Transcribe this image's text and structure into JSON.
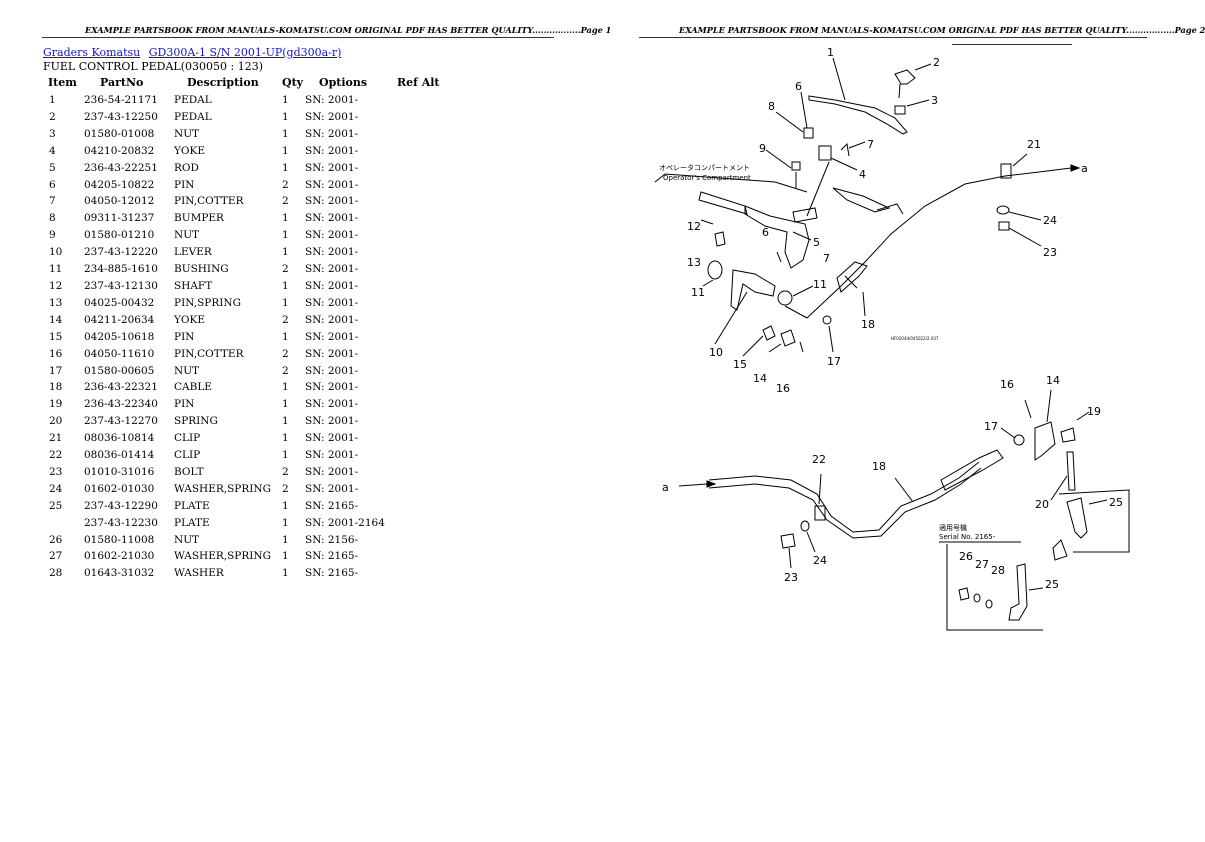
{
  "header_text": "EXAMPLE PARTSBOOK FROM MANUALS-KOMATSU.COM ORIGINAL PDF HAS BETTER QUALITY.................Page ",
  "page1": {
    "header": "EXAMPLE PARTSBOOK FROM MANUALS-KOMATSU.COM ORIGINAL PDF HAS BETTER QUALITY.................Page 1"
  },
  "page2": {
    "header": "EXAMPLE PARTSBOOK FROM MANUALS-KOMATSU.COM ORIGINAL PDF HAS BETTER QUALITY.................Page 2"
  },
  "breadcrumb": {
    "link1": "Graders Komatsu",
    "link2": "GD300A-1 S/N 2001-UP(gd300a-r)"
  },
  "subtitle": "FUEL CONTROL PEDAL(030050 : 123)",
  "table": {
    "headers": [
      "Item",
      "PartNo",
      "Description",
      "Qty",
      "Options",
      "Ref Alt"
    ],
    "rows": [
      [
        "1",
        "236-54-21171",
        "PEDAL",
        "1",
        "SN: 2001-",
        ""
      ],
      [
        "2",
        "237-43-12250",
        "PEDAL",
        "1",
        "SN: 2001-",
        ""
      ],
      [
        "3",
        "01580-01008",
        "NUT",
        "1",
        "SN: 2001-",
        ""
      ],
      [
        "4",
        "04210-20832",
        "YOKE",
        "1",
        "SN: 2001-",
        ""
      ],
      [
        "5",
        "236-43-22251",
        "ROD",
        "1",
        "SN: 2001-",
        ""
      ],
      [
        "6",
        "04205-10822",
        "PIN",
        "2",
        "SN: 2001-",
        ""
      ],
      [
        "7",
        "04050-12012",
        "PIN,COTTER",
        "2",
        "SN: 2001-",
        ""
      ],
      [
        "8",
        "09311-31237",
        "BUMPER",
        "1",
        "SN: 2001-",
        ""
      ],
      [
        "9",
        "01580-01210",
        "NUT",
        "1",
        "SN: 2001-",
        ""
      ],
      [
        "10",
        "237-43-12220",
        "LEVER",
        "1",
        "SN: 2001-",
        ""
      ],
      [
        "11",
        "234-885-1610",
        "BUSHING",
        "2",
        "SN: 2001-",
        ""
      ],
      [
        "12",
        "237-43-12130",
        "SHAFT",
        "1",
        "SN: 2001-",
        ""
      ],
      [
        "13",
        "04025-00432",
        "PIN,SPRING",
        "1",
        "SN: 2001-",
        ""
      ],
      [
        "14",
        "04211-20634",
        "YOKE",
        "2",
        "SN: 2001-",
        ""
      ],
      [
        "15",
        "04205-10618",
        "PIN",
        "1",
        "SN: 2001-",
        ""
      ],
      [
        "16",
        "04050-11610",
        "PIN,COTTER",
        "2",
        "SN: 2001-",
        ""
      ],
      [
        "17",
        "01580-00605",
        "NUT",
        "2",
        "SN: 2001-",
        ""
      ],
      [
        "18",
        "236-43-22321",
        "CABLE",
        "1",
        "SN: 2001-",
        ""
      ],
      [
        "19",
        "236-43-22340",
        "PIN",
        "1",
        "SN: 2001-",
        ""
      ],
      [
        "20",
        "237-43-12270",
        "SPRING",
        "1",
        "SN: 2001-",
        ""
      ],
      [
        "21",
        "08036-10814",
        "CLIP",
        "1",
        "SN: 2001-",
        ""
      ],
      [
        "22",
        "08036-01414",
        "CLIP",
        "1",
        "SN: 2001-",
        ""
      ],
      [
        "23",
        "01010-31016",
        "BOLT",
        "2",
        "SN: 2001-",
        ""
      ],
      [
        "24",
        "01602-01030",
        "WASHER,SPRING",
        "2",
        "SN: 2001-",
        ""
      ],
      [
        "25",
        "237-43-12290",
        "PLATE",
        "1",
        "SN: 2165-",
        ""
      ],
      [
        "",
        "237-43-12230",
        "PLATE",
        "1",
        "SN: 2001-2164",
        ""
      ],
      [
        "26",
        "01580-11008",
        "NUT",
        "1",
        "SN: 2156-",
        ""
      ],
      [
        "27",
        "01602-21030",
        "WASHER,SPRING",
        "1",
        "SN: 2165-",
        ""
      ],
      [
        "28",
        "01643-31032",
        "WASHER",
        "1",
        "SN: 2165-",
        ""
      ]
    ]
  },
  "diagram": {
    "callouts_top": [
      "1",
      "2",
      "3",
      "4",
      "5",
      "6",
      "6",
      "7",
      "7",
      "8",
      "9",
      "10",
      "11",
      "11",
      "12",
      "13",
      "14",
      "15",
      "16",
      "17",
      "18",
      "21",
      "23",
      "24"
    ],
    "callouts_bottom": [
      "14",
      "16",
      "17",
      "18",
      "19",
      "20",
      "22",
      "23",
      "24",
      "25",
      "25",
      "26",
      "27",
      "28"
    ],
    "arrow_label": "a",
    "operator_text_jp": "オペレータコンパートメント",
    "operator_text_en": "Operator's Compartment",
    "serial_text_jp": "適用号機",
    "serial_text_en": "Serial No. 2165-",
    "drawing_code": "HF02044/045022/2.037"
  }
}
